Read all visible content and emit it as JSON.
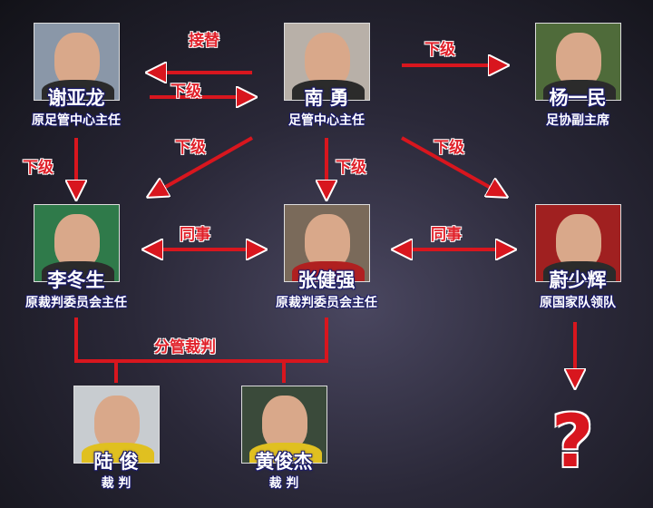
{
  "people": [
    {
      "name": "谢亚龙",
      "title": "原足管中心主任"
    },
    {
      "name": "南 勇",
      "title": "足管中心主任"
    },
    {
      "name": "杨一民",
      "title": "足协副主席"
    },
    {
      "name": "李冬生",
      "title": "原裁判委员会主任"
    },
    {
      "name": "张健强",
      "title": "原裁判委员会主任"
    },
    {
      "name": "蔚少辉",
      "title": "原国家队领队"
    },
    {
      "name": "陆 俊",
      "title": "裁 判"
    },
    {
      "name": "黄俊杰",
      "title": "裁 判"
    }
  ],
  "relations": {
    "replace": "接替",
    "subordinate": "下级",
    "colleague": "同事",
    "manage_referees": "分管裁判"
  },
  "unknown": "?",
  "colors": {
    "arrow": "#d8161e",
    "outline": "#ffffff"
  }
}
